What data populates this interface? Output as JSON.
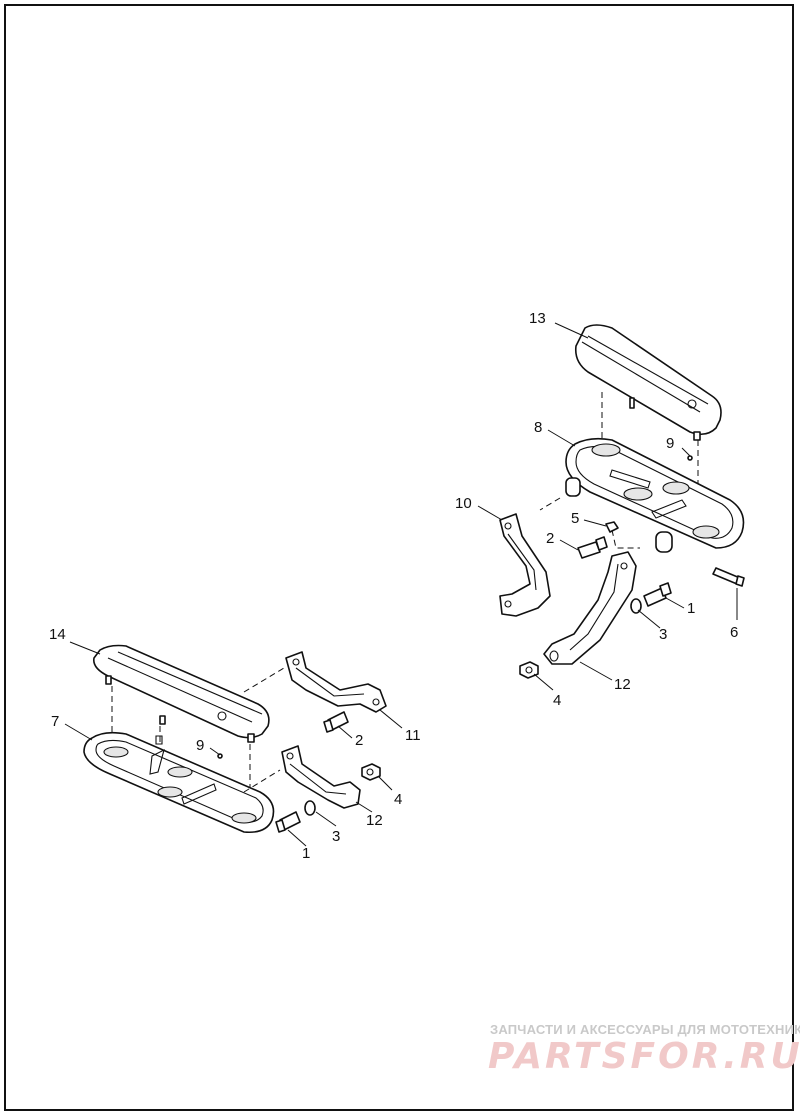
{
  "callouts": {
    "c13": "13",
    "c8": "8",
    "c9a": "9",
    "c10": "10",
    "c5": "5",
    "c2a": "2",
    "c1a": "1",
    "c3a": "3",
    "c6": "6",
    "c4a": "4",
    "c12a": "12",
    "c14": "14",
    "c7": "7",
    "c9b": "9",
    "c11": "11",
    "c2b": "2",
    "c4b": "4",
    "c12b": "12",
    "c3b": "3",
    "c1b": "1"
  },
  "watermark": {
    "tagline": "ЗАПЧАСТИ И АКСЕССУАРЫ ДЛЯ МОТОТЕХНИКИ",
    "logo": "PARTSFOR.RU"
  }
}
